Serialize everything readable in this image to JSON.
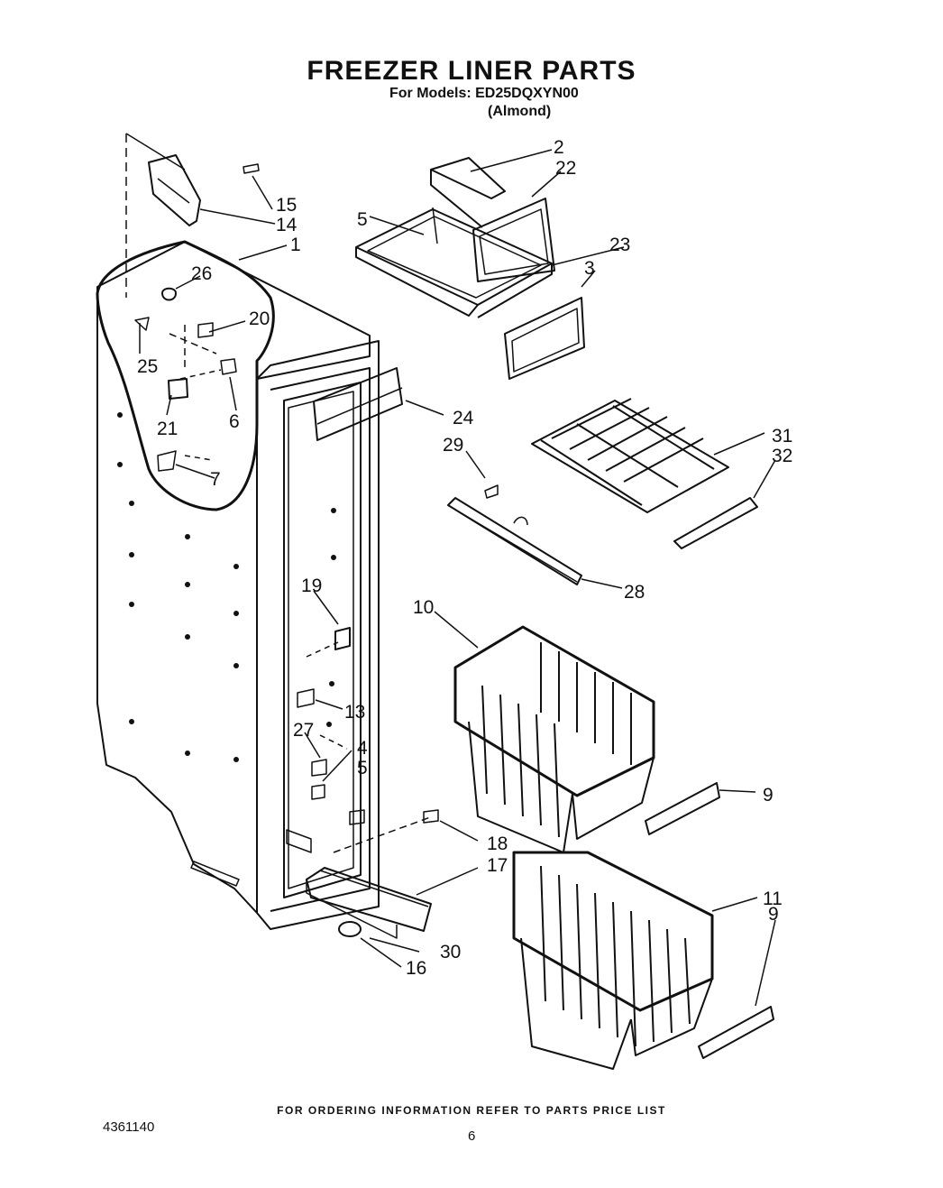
{
  "header": {
    "title": "FREEZER LINER PARTS",
    "models": "For Models: ED25DQXYN00",
    "variant": "(Almond)"
  },
  "callouts": [
    "2",
    "22",
    "5",
    "23",
    "3",
    "15",
    "14",
    "1",
    "26",
    "20",
    "25",
    "6",
    "21",
    "7",
    "24",
    "29",
    "31",
    "32",
    "28",
    "19",
    "10",
    "13",
    "27",
    "4",
    "5",
    "9",
    "18",
    "17",
    "11",
    "9",
    "30",
    "16"
  ],
  "footer": {
    "ordering_note": "FOR ORDERING INFORMATION REFER TO PARTS PRICE LIST",
    "document_number": "4361140",
    "page_number": "6"
  }
}
